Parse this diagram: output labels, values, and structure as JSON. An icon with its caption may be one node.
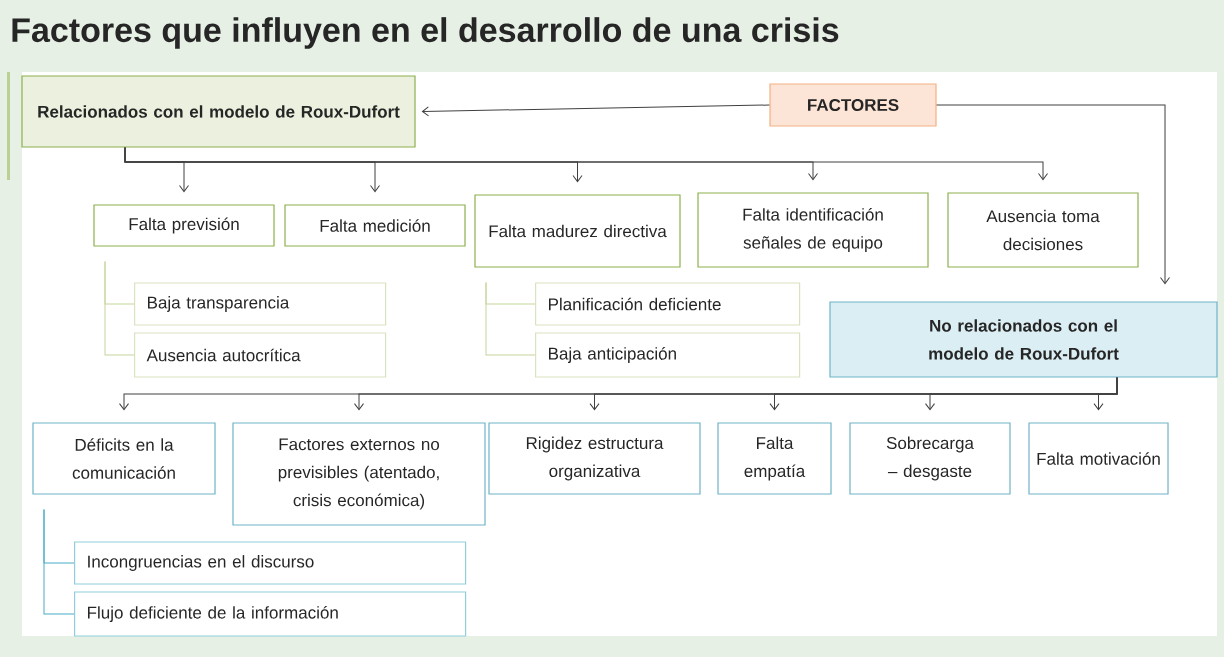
{
  "diagram": {
    "title": "Factores que influyen en el desarrollo de una crisis",
    "nodes": [
      {
        "text": [
          "FACTORES"
        ]
      },
      {
        "text": [
          "Relacionados con el modelo de Roux-Dufort"
        ]
      },
      {
        "text": [
          "Falta previsión"
        ]
      },
      {
        "text": [
          "Falta medición"
        ]
      },
      {
        "text": [
          "Falta madurez directiva"
        ]
      },
      {
        "text": [
          "Falta identificación señales de equipo"
        ]
      },
      {
        "text": [
          "Ausencia toma decisiones"
        ]
      },
      {
        "text": [
          "Baja transparencia"
        ]
      },
      {
        "text": [
          "Ausencia autocrítica"
        ]
      },
      {
        "text": [
          "Planificación deficiente"
        ]
      },
      {
        "text": [
          "Baja anticipación"
        ]
      },
      {
        "text": [
          "No relacionados con el modelo de Roux-Dufort"
        ]
      },
      {
        "text": [
          "Déficits en la comunicación"
        ]
      },
      {
        "text": [
          "Factores externos no previsibles (atentado, crisis económica)"
        ]
      },
      {
        "text": [
          "Rigidez estructura organizativa"
        ]
      },
      {
        "text": [
          "Falta empatía"
        ]
      },
      {
        "text": [
          "Sobrecarga – desgaste"
        ]
      },
      {
        "text": [
          "Falta motivación"
        ]
      },
      {
        "text": [
          "Incongruencias en el discurso"
        ]
      },
      {
        "text": [
          "Flujo deficiente de la información"
        ]
      }
    ],
    "edges": [
      {
        "from": 0,
        "to": 1,
        "arrow": "to"
      },
      {
        "from": 0,
        "to": 11,
        "arrow": "to"
      },
      {
        "from": 1,
        "to": 2,
        "arrow": "to"
      },
      {
        "from": 1,
        "to": 3,
        "arrow": "to"
      },
      {
        "from": 1,
        "to": 4,
        "arrow": "to"
      },
      {
        "from": 1,
        "to": 5,
        "arrow": "to"
      },
      {
        "from": 1,
        "to": 6,
        "arrow": "to"
      },
      {
        "from": 2,
        "to": 7,
        "arrow": "none",
        "color": "#c3d69b"
      },
      {
        "from": 2,
        "to": 8,
        "arrow": "none",
        "color": "#c3d69b"
      },
      {
        "from": 4,
        "to": 9,
        "arrow": "none",
        "color": "#c3d69b"
      },
      {
        "from": 4,
        "to": 10,
        "arrow": "none",
        "color": "#c3d69b"
      },
      {
        "from": 11,
        "to": 12,
        "arrow": "to"
      },
      {
        "from": 11,
        "to": 13,
        "arrow": "to"
      },
      {
        "from": 11,
        "to": 14,
        "arrow": "to"
      },
      {
        "from": 11,
        "to": 15,
        "arrow": "to"
      },
      {
        "from": 11,
        "to": 16,
        "arrow": "to"
      },
      {
        "from": 11,
        "to": 17,
        "arrow": "to"
      },
      {
        "from": 12,
        "to": 18,
        "arrow": "none",
        "color": "#4bacc6"
      },
      {
        "from": 12,
        "to": 19,
        "arrow": "none",
        "color": "#4bacc6"
      }
    ]
  }
}
